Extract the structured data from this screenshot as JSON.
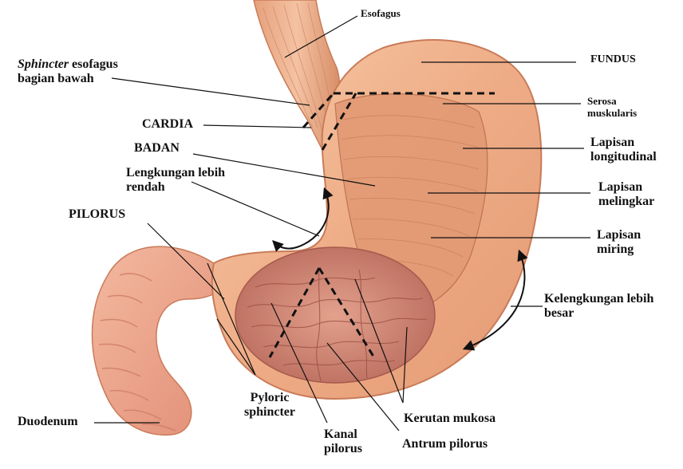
{
  "labels": {
    "esofagus": "Esofagus",
    "sphincter_italic": "Sphincter",
    "sphincter_rest": " esofagus",
    "sphincter_line2": "bagian bawah",
    "cardia": "CARDIA",
    "badan": "BADAN",
    "lengkungan_line1": "Lengkungan lebih",
    "lengkungan_line2": "rendah",
    "pilorus": "PILORUS",
    "duodenum": "Duodenum",
    "pyloric_line1": "Pyloric",
    "pyloric_line2": "sphincter",
    "kanal_line1": "Kanal",
    "kanal_line2": "pilorus",
    "kerutan": "Kerutan mukosa",
    "antrum": "Antrum pilorus",
    "fundus": "FUNDUS",
    "serosa_line1": "Serosa",
    "serosa_line2": "muskularis",
    "longitudinal_line1": "Lapisan",
    "longitudinal_line2": "longitudinal",
    "melingkar_line1": "Lapisan",
    "melingkar_line2": "melingkar",
    "miring_line1": "Lapisan",
    "miring_line2": "miring",
    "kelengkungan_line1": "Kelengkungan lebih",
    "kelengkungan_line2": "besar"
  },
  "colors": {
    "stomach_fill": "#f0b48e",
    "stomach_edge": "#c97b58",
    "muscle": "#d98f68",
    "mucosa": "#c97a6a",
    "duodenum": "#eba08a",
    "leader": "#111111"
  }
}
